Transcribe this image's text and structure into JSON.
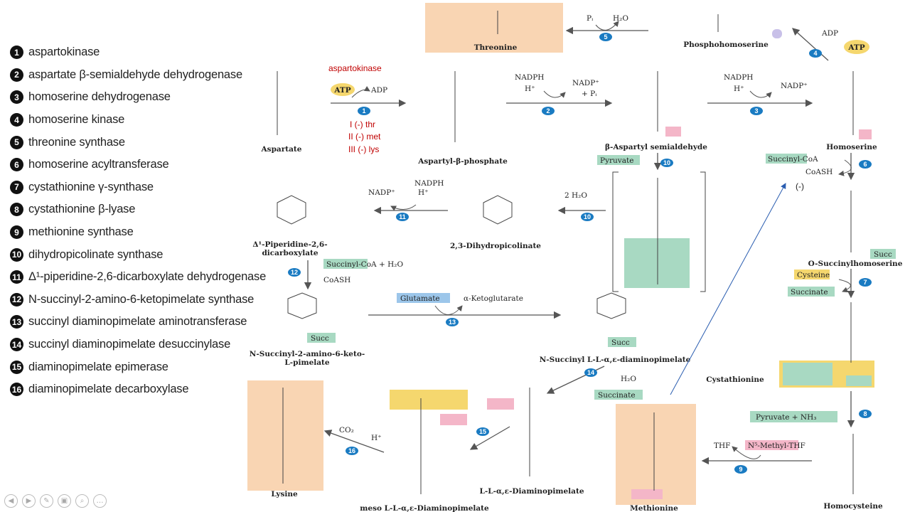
{
  "legend": [
    {
      "num": "1",
      "label": "aspartokinase"
    },
    {
      "num": "2",
      "label": "aspartate β-semialdehyde dehydrogenase"
    },
    {
      "num": "3",
      "label": "homoserine dehydrogenase"
    },
    {
      "num": "4",
      "label": "homoserine kinase"
    },
    {
      "num": "5",
      "label": "threonine synthase"
    },
    {
      "num": "6",
      "label": "homoserine acyltransferase"
    },
    {
      "num": "7",
      "label": "cystathionine γ-synthase"
    },
    {
      "num": "8",
      "label": "cystathionine β-lyase"
    },
    {
      "num": "9",
      "label": "methionine synthase"
    },
    {
      "num": "10",
      "label": "dihydropicolinate synthase"
    },
    {
      "num": "11",
      "label": "Δ¹-piperidine-2,6-dicarboxylate dehydrogenase"
    },
    {
      "num": "12",
      "label": "N-succinyl-2-amino-6-ketopimelate synthase"
    },
    {
      "num": "13",
      "label": "succinyl diaminopimelate aminotransferase"
    },
    {
      "num": "14",
      "label": "succinyl diaminopimelate desuccinylase"
    },
    {
      "num": "15",
      "label": "diaminopimelate epimerase"
    },
    {
      "num": "16",
      "label": "diaminopimelate decarboxylase"
    }
  ],
  "colors": {
    "step": "#1a7bc2",
    "annotation": "#c00000",
    "orange": "#f9d5b3",
    "green": "#a8d9c2",
    "yellow": "#f5d76e",
    "pink": "#f4b6c8",
    "blue": "#9cc6ea",
    "purple": "#c8c0e8",
    "line": "#555555"
  },
  "annotations": {
    "aspartokinase": "aspartokinase",
    "inhib1": "I  (-) thr",
    "inhib2": "II (-) met",
    "inhib3": "III (-) lys",
    "feedback": "(-)"
  },
  "compounds": {
    "aspartate": "Aspartate",
    "aspartyl_p": "Aspartyl-β-phosphate",
    "semialdehyde": "β-Aspartyl semialdehyde",
    "homoserine": "Homoserine",
    "phosphohomoserine": "Phosphohomoserine",
    "threonine": "Threonine",
    "succinylhomoserine": "O-Succinylhomoserine",
    "cystathionine": "Cystathionine",
    "homocysteine": "Homocysteine",
    "methionine": "Methionine",
    "dihydropicolinate": "2,3-Dihydropicolinate",
    "piperidine_l1": "Δ¹-Piperidine-2,6-",
    "piperidine_l2": "dicarboxylate",
    "ketopimelate_l1": "N-Succinyl-2-amino-6-keto-",
    "ketopimelate_l2": "L-pimelate",
    "succ_dap": "N-Succinyl L-L-α,ε-diaminopimelate",
    "ll_dap": "L-L-α,ε-Diaminopimelate",
    "meso_dap": "meso L-L-α,ε-Diaminopimelate",
    "lysine": "Lysine"
  },
  "reagents": {
    "atp": "ATP",
    "adp": "ADP",
    "nadph": "NADPH",
    "h": "H⁺",
    "nadp": "NADP⁺",
    "plus_pi": "+  Pᵢ",
    "pi": "Pᵢ",
    "h2o": "H₂O",
    "two_h2o": "2 H₂O",
    "pyruvate": "Pyruvate",
    "succinyl_coa": "Succinyl-CoA",
    "coash": "CoASH",
    "cysteine": "Cysteine",
    "succinate": "Succinate",
    "pyruvate_nh3": "Pyruvate  +  NH₃",
    "thf": "THF",
    "n5methyl_thf": "N⁵-Methyl-THF",
    "succcoa_h2o": "Succinyl-CoA  +  H₂O",
    "glutamate": "Glutamate",
    "ketoglutarate": "α-Ketoglutarate",
    "co2": "CO₂",
    "succ": "Succ"
  },
  "steps": [
    "1",
    "2",
    "3",
    "4",
    "5",
    "6",
    "7",
    "8",
    "9",
    "10",
    "10",
    "11",
    "12",
    "13",
    "14",
    "15",
    "16"
  ]
}
